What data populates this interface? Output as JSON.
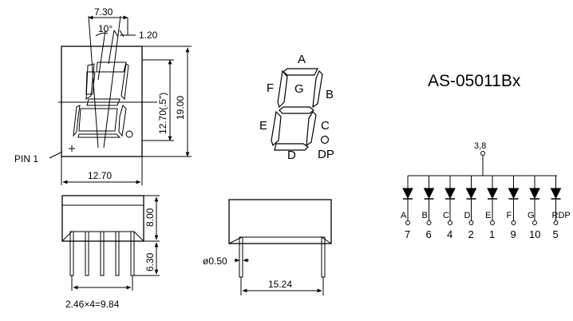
{
  "title": "AS-05011Bx",
  "front_view": {
    "top_width": "7.30",
    "slant_angle": "10°",
    "segment_offset": "1.20",
    "digit_height": "12.70(.5\")",
    "body_height": "19.00",
    "body_width": "12.70",
    "pin1_label": "PIN 1"
  },
  "side_view": {
    "body_depth": "8.00",
    "pin_length": "6.30",
    "pin_pitch": "2.46×4=9.84"
  },
  "end_view": {
    "pin_diameter": "ø0.50",
    "row_spacing": "15.24"
  },
  "segment_labels": {
    "a": "A",
    "b": "B",
    "c": "C",
    "d": "D",
    "e": "E",
    "f": "F",
    "g": "G",
    "dp": "DP"
  },
  "circuit": {
    "common_pins": "3,8",
    "leds": [
      {
        "label": "A",
        "pin": "7"
      },
      {
        "label": "B",
        "pin": "6"
      },
      {
        "label": "C",
        "pin": "4"
      },
      {
        "label": "D",
        "pin": "2"
      },
      {
        "label": "E",
        "pin": "1"
      },
      {
        "label": "F",
        "pin": "9"
      },
      {
        "label": "G",
        "pin": "10"
      },
      {
        "label": "RDP",
        "pin": "5"
      }
    ]
  }
}
